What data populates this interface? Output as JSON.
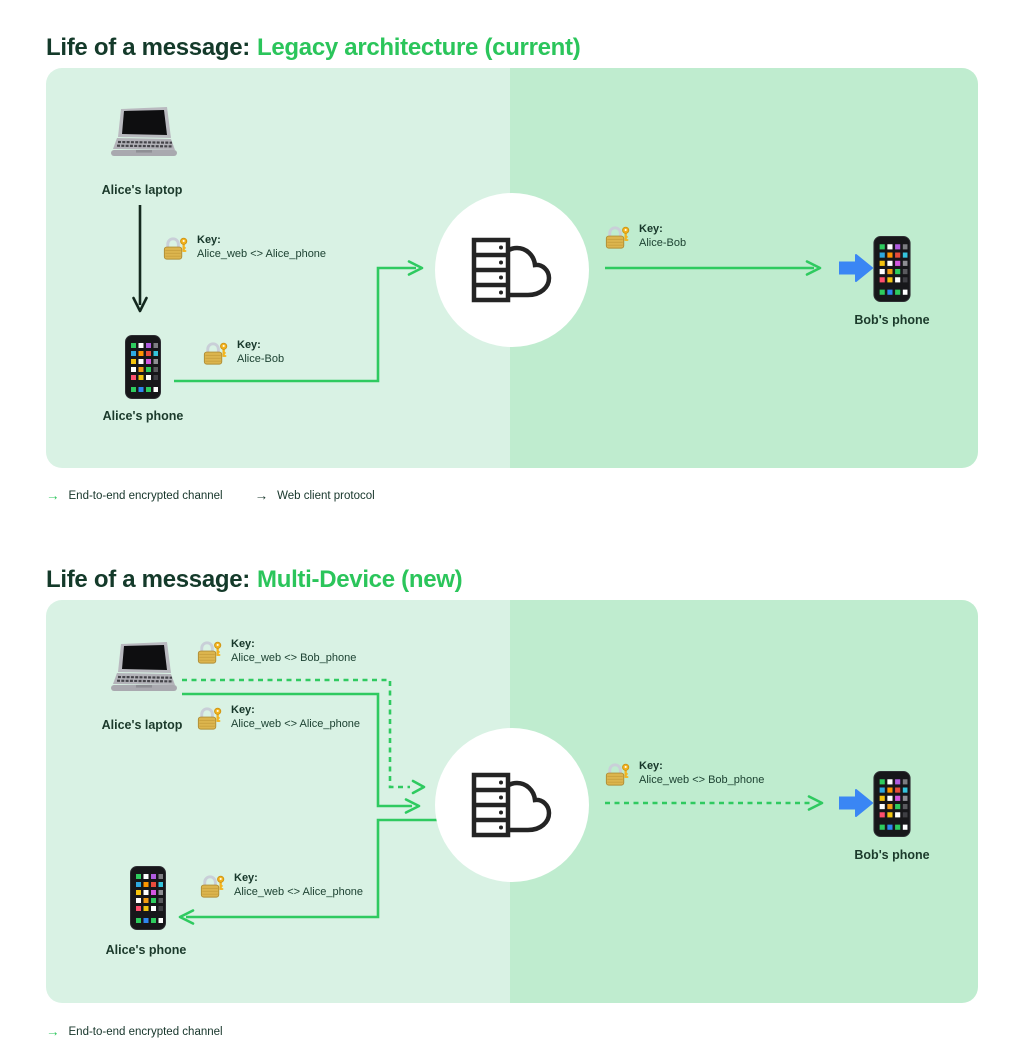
{
  "colors": {
    "accent_green": "#2bc55b",
    "line_green": "#2fca60",
    "dark_text": "#143a2a",
    "panel_light": "#d9f2e4",
    "panel_dark": "#bfeccf",
    "blue_arrow": "#3a86f4"
  },
  "diagrams": [
    {
      "title_prefix": "Life of a message:",
      "title_highlight": "Legacy architecture (current)",
      "alice_laptop_label": "Alice's laptop",
      "alice_phone_label": "Alice's phone",
      "bob_phone_label": "Bob's phone",
      "keys": {
        "laptop_phone": {
          "label": "Key:",
          "value": "Alice_web <> Alice_phone"
        },
        "alice_bob_left": {
          "label": "Key:",
          "value": "Alice-Bob"
        },
        "alice_bob_right": {
          "label": "Key:",
          "value": "Alice-Bob"
        }
      },
      "legend": [
        {
          "symbol": "→",
          "label": "End-to-end encrypted channel"
        },
        {
          "symbol": "→",
          "label": "Web client protocol"
        }
      ]
    },
    {
      "title_prefix": "Life of a message:",
      "title_highlight": "Multi-Device (new)",
      "alice_laptop_label": "Alice's laptop",
      "alice_phone_label": "Alice's phone",
      "bob_phone_label": "Bob's phone",
      "keys": {
        "web_bob_top": {
          "label": "Key:",
          "value": "Alice_web <> Bob_phone"
        },
        "web_phone_top": {
          "label": "Key:",
          "value": "Alice_web <> Alice_phone"
        },
        "web_phone_bottom": {
          "label": "Key:",
          "value": "Alice_web <> Alice_phone"
        },
        "web_bob_right": {
          "label": "Key:",
          "value": "Alice_web <> Bob_phone"
        }
      },
      "legend": [
        {
          "symbol": "→",
          "label": "End-to-end encrypted channel"
        }
      ]
    }
  ]
}
